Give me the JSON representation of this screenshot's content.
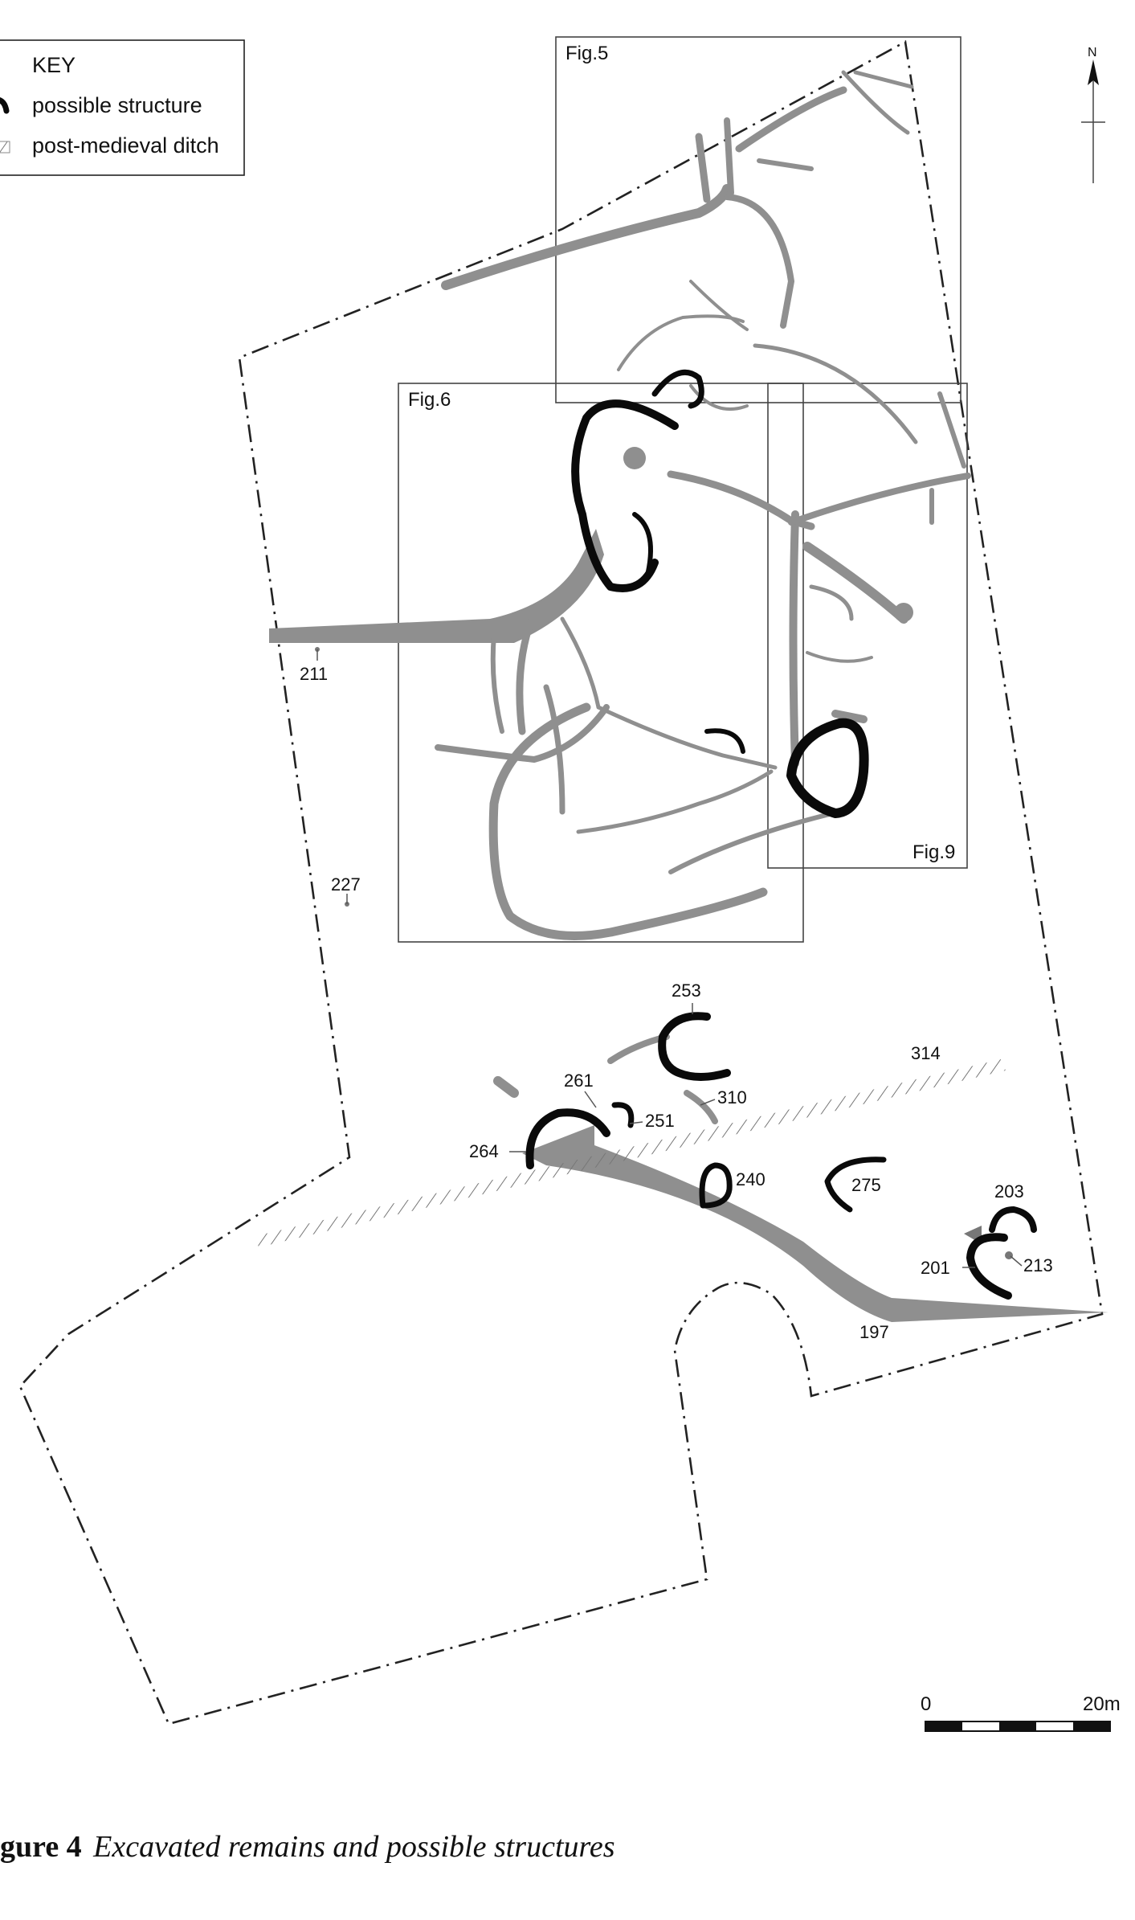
{
  "key": {
    "title": "KEY",
    "items": [
      {
        "label": "possible structure",
        "symbol": "black-arc"
      },
      {
        "label": "post-medieval ditch",
        "symbol": "hatch"
      }
    ]
  },
  "figure_boxes": [
    {
      "label": "Fig.5"
    },
    {
      "label": "Fig.6"
    },
    {
      "label": "Fig.9"
    }
  ],
  "features": {
    "f211": "211",
    "f227": "227",
    "f253": "253",
    "f314": "314",
    "f261": "261",
    "f310": "310",
    "f251": "251",
    "f264": "264",
    "f240": "240",
    "f275": "275",
    "f203": "203",
    "f201": "201",
    "f213": "213",
    "f197": "197"
  },
  "north_arrow": {
    "label": "N"
  },
  "scale_bar": {
    "start": "0",
    "end": "20m",
    "segments": 5
  },
  "caption": {
    "number": "gure 4",
    "text": "Excavated remains and possible structures"
  },
  "colors": {
    "feature_grey": "#8f8f8f",
    "structure_black": "#0a0a0a",
    "boundary": "#222222",
    "background": "#ffffff"
  }
}
